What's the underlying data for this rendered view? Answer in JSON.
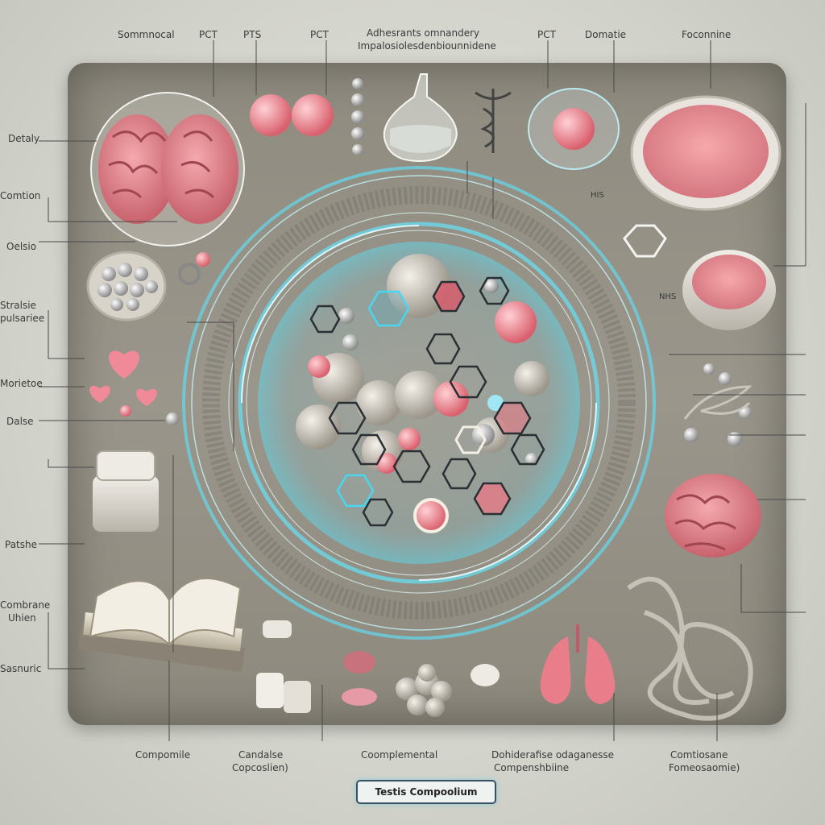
{
  "top_labels": [
    "Sommnocal",
    "PCT",
    "PTS",
    "PCT",
    "Adhesrants omnandery",
    "Impalosiolesdenbiounnidene",
    "PCT",
    "Domatie",
    "Foconnine"
  ],
  "left_labels": [
    "Detaly",
    "Comtion",
    "Oelsio",
    "Stralsie",
    "pulsariee",
    "Morietoe",
    "Dalse",
    "Patshe",
    "Combrane",
    "Uhien",
    "Sasnuric"
  ],
  "right_labels": [
    "HIS",
    "NHS"
  ],
  "bottom_labels": [
    "Compomile",
    "Candalse",
    "Copcoslien)",
    "Coomplemental",
    "Dohiderafise odaganesse",
    "Compenshbiine",
    "Comtiosane",
    "Fomeosaomie)"
  ],
  "footer": {
    "title": "Testis Compoolium"
  },
  "colors": {
    "panel": "#94907f",
    "cyan_glow": "#5fd6ea",
    "pink": "#e87a86"
  }
}
